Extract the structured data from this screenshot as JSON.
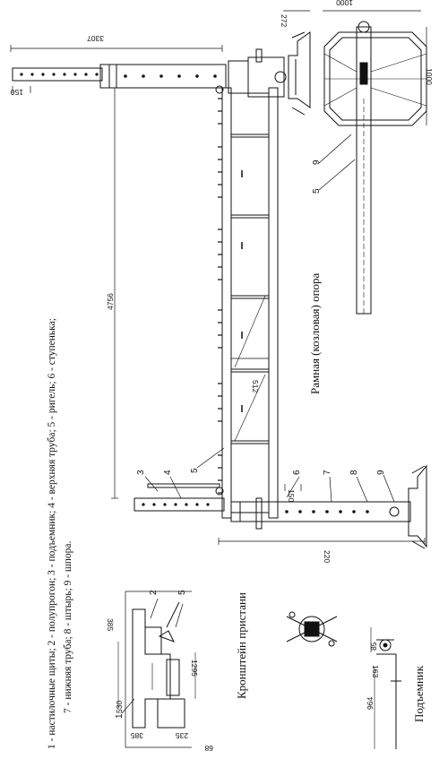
{
  "legend": {
    "line1": "1 - настилочные щиты; 2 - полупрогон; 3 - подъемник; 4 - верхняя труба; 5 - ригель; 6 - ступенька;",
    "line2": "7 - нижняя труба; 8 - штырь; 9 - шпора."
  },
  "captions": {
    "frame_support": "Рамная (козловая) опора",
    "bracket": "Кронштейн пристани",
    "lifter": "Подъемник"
  },
  "dimensions": {
    "d272": "272",
    "d1000_top": "1000",
    "d1000_side": "1000",
    "d3307": "3307",
    "d150_top": "150",
    "d4756": "4756",
    "d512": "512",
    "d150_bottom": "150",
    "d220": "220",
    "d385_top": "385",
    "d1295": "1295",
    "d530": "530",
    "d385_bottom": "385",
    "d235": "235",
    "d68": "68",
    "d85": "85",
    "d163": "163",
    "d964": "964"
  },
  "callouts": {
    "c3": "3",
    "c4": "4",
    "c5": "5",
    "c6": "6",
    "c7": "7",
    "c8": "8",
    "c9": "9",
    "c9_top": "9",
    "c5_top": "5",
    "b1": "1",
    "b2": "2",
    "b5": "5"
  }
}
